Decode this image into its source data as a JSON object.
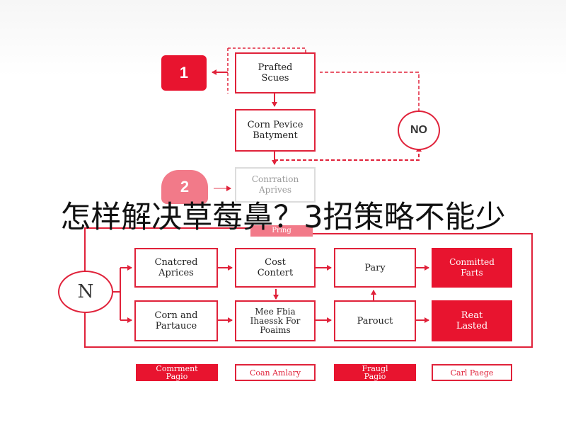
{
  "headline": "怎样解决草莓鼻？3招策略不能少",
  "badges": {
    "step1": "1",
    "step2": "2"
  },
  "decisions": {
    "no": "NO",
    "n": "N"
  },
  "top_flow": {
    "box1": "Prafted\nScues",
    "box2": "Corn Pevice\nBatyment",
    "box3": "Conrration\nAprives",
    "under_headline_label": "Pring"
  },
  "grid": {
    "row1": [
      "Cnatcred\nAprices",
      "Cost\nContert",
      "Pary",
      "Conmitted\nFarts"
    ],
    "row2": [
      "Corn and\nPartauce",
      "Mee Fbia\nIhaessk For\nPoaims",
      "Parouct",
      "Reat\nLasted"
    ]
  },
  "footer": [
    "Comrment\nPagio",
    "Coan Amlary",
    "Fraugl\nPagio",
    "Carl Paege"
  ],
  "colors": {
    "accent": "#e8142f",
    "line": "#e0223a"
  },
  "icons": {
    "connector": "arrow-icon"
  }
}
